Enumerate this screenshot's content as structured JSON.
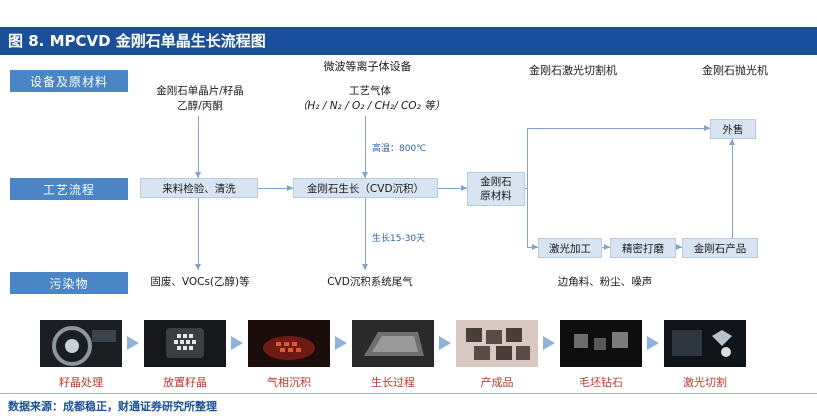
{
  "title": "图 8. MPCVD 金刚石单晶生长流程图",
  "row_labels": [
    "设备及原材料",
    "工艺流程",
    "污染物"
  ],
  "headers": {
    "equipment": "微波等离子体设备",
    "laser": "金刚石激光切割机",
    "polisher": "金刚石抛光机"
  },
  "materials": {
    "seed_line1": "金刚石单晶片/籽晶",
    "seed_line2": "乙醇/丙酮",
    "gas_line1": "工艺气体",
    "gas_line2": "（H₂ / N₂ / O₂ / CH₂/ CO₂ 等）"
  },
  "conditions": {
    "temperature": "高温：800℃",
    "growth_time": "生长15-30天"
  },
  "process": {
    "inspect": "来料检验、清洗",
    "growth": "金刚石生长（CVD沉积）",
    "raw_line1": "金刚石",
    "raw_line2": "原材料",
    "sale": "外售",
    "laser_process": "激光加工",
    "polish": "精密打磨",
    "product": "金刚石产品"
  },
  "pollutants": {
    "p1": "固废、VOCs(乙醇)等",
    "p2": "CVD沉积系统尾气",
    "p3": "边角料、粉尘、噪声"
  },
  "steps": [
    "籽晶处理",
    "放置籽晶",
    "气相沉积",
    "生长过程",
    "产成品",
    "毛坯钻石",
    "激光切割"
  ],
  "colors": {
    "title_bg": "#1a4f9c",
    "label_bg": "#4a86c5",
    "box_bg": "#d9e4f2",
    "step_label": "#c0392b",
    "arrow": "#8fb0dc"
  },
  "source": "数据来源：成都稳正，财通证券研究所整理"
}
